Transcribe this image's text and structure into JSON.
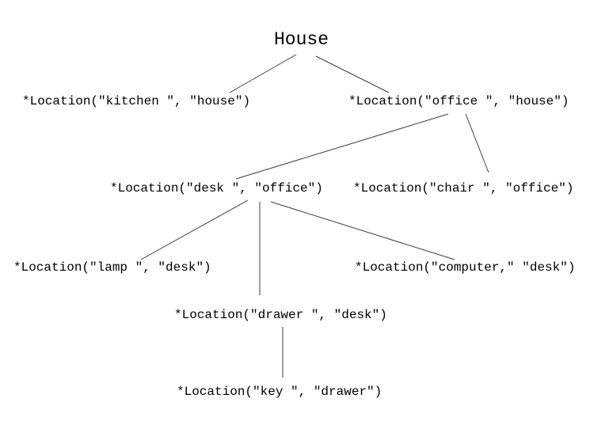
{
  "diagram": {
    "type": "tree",
    "root": "house",
    "colors": {
      "background": "#ffffff",
      "text": "#000000",
      "edge": "#3d3d3d"
    },
    "nodes": [
      {
        "id": "house",
        "label": "House"
      },
      {
        "id": "kitchen",
        "label": "*Location(\"kitchen \", \"house\")"
      },
      {
        "id": "office",
        "label": "*Location(\"office \", \"house\")"
      },
      {
        "id": "desk",
        "label": "*Location(\"desk \", \"office\")"
      },
      {
        "id": "chair",
        "label": "*Location(\"chair \", \"office\")"
      },
      {
        "id": "lamp",
        "label": "*Location(\"lamp \", \"desk\")"
      },
      {
        "id": "computer",
        "label": "*Location(\"computer,\" \"desk\")"
      },
      {
        "id": "drawer",
        "label": "*Location(\"drawer \", \"desk\")"
      },
      {
        "id": "key",
        "label": "*Location(\"key \", \"drawer\")"
      }
    ],
    "edges": [
      {
        "from": "house",
        "to": "kitchen"
      },
      {
        "from": "house",
        "to": "office"
      },
      {
        "from": "office",
        "to": "desk"
      },
      {
        "from": "office",
        "to": "chair"
      },
      {
        "from": "desk",
        "to": "lamp"
      },
      {
        "from": "desk",
        "to": "drawer"
      },
      {
        "from": "desk",
        "to": "computer"
      },
      {
        "from": "drawer",
        "to": "key"
      }
    ]
  }
}
